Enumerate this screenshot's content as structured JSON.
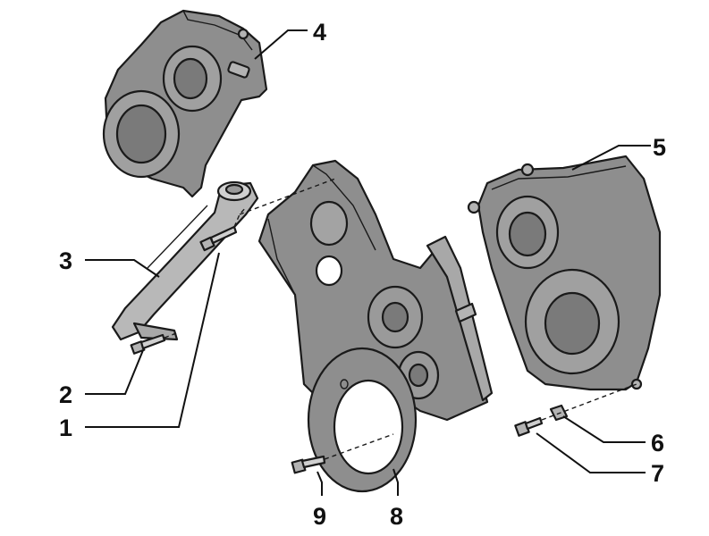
{
  "colors": {
    "part_fill": "#8e8e8e",
    "part_fill_light": "#b3b3b3",
    "part_fill_dark": "#6e6e6e",
    "outline": "#1a1a1a",
    "background": "#ffffff"
  },
  "callouts": {
    "c1": "1",
    "c2": "2",
    "c3": "3",
    "c4": "4",
    "c5": "5",
    "c6": "6",
    "c7": "7",
    "c8": "8",
    "c9": "9"
  }
}
